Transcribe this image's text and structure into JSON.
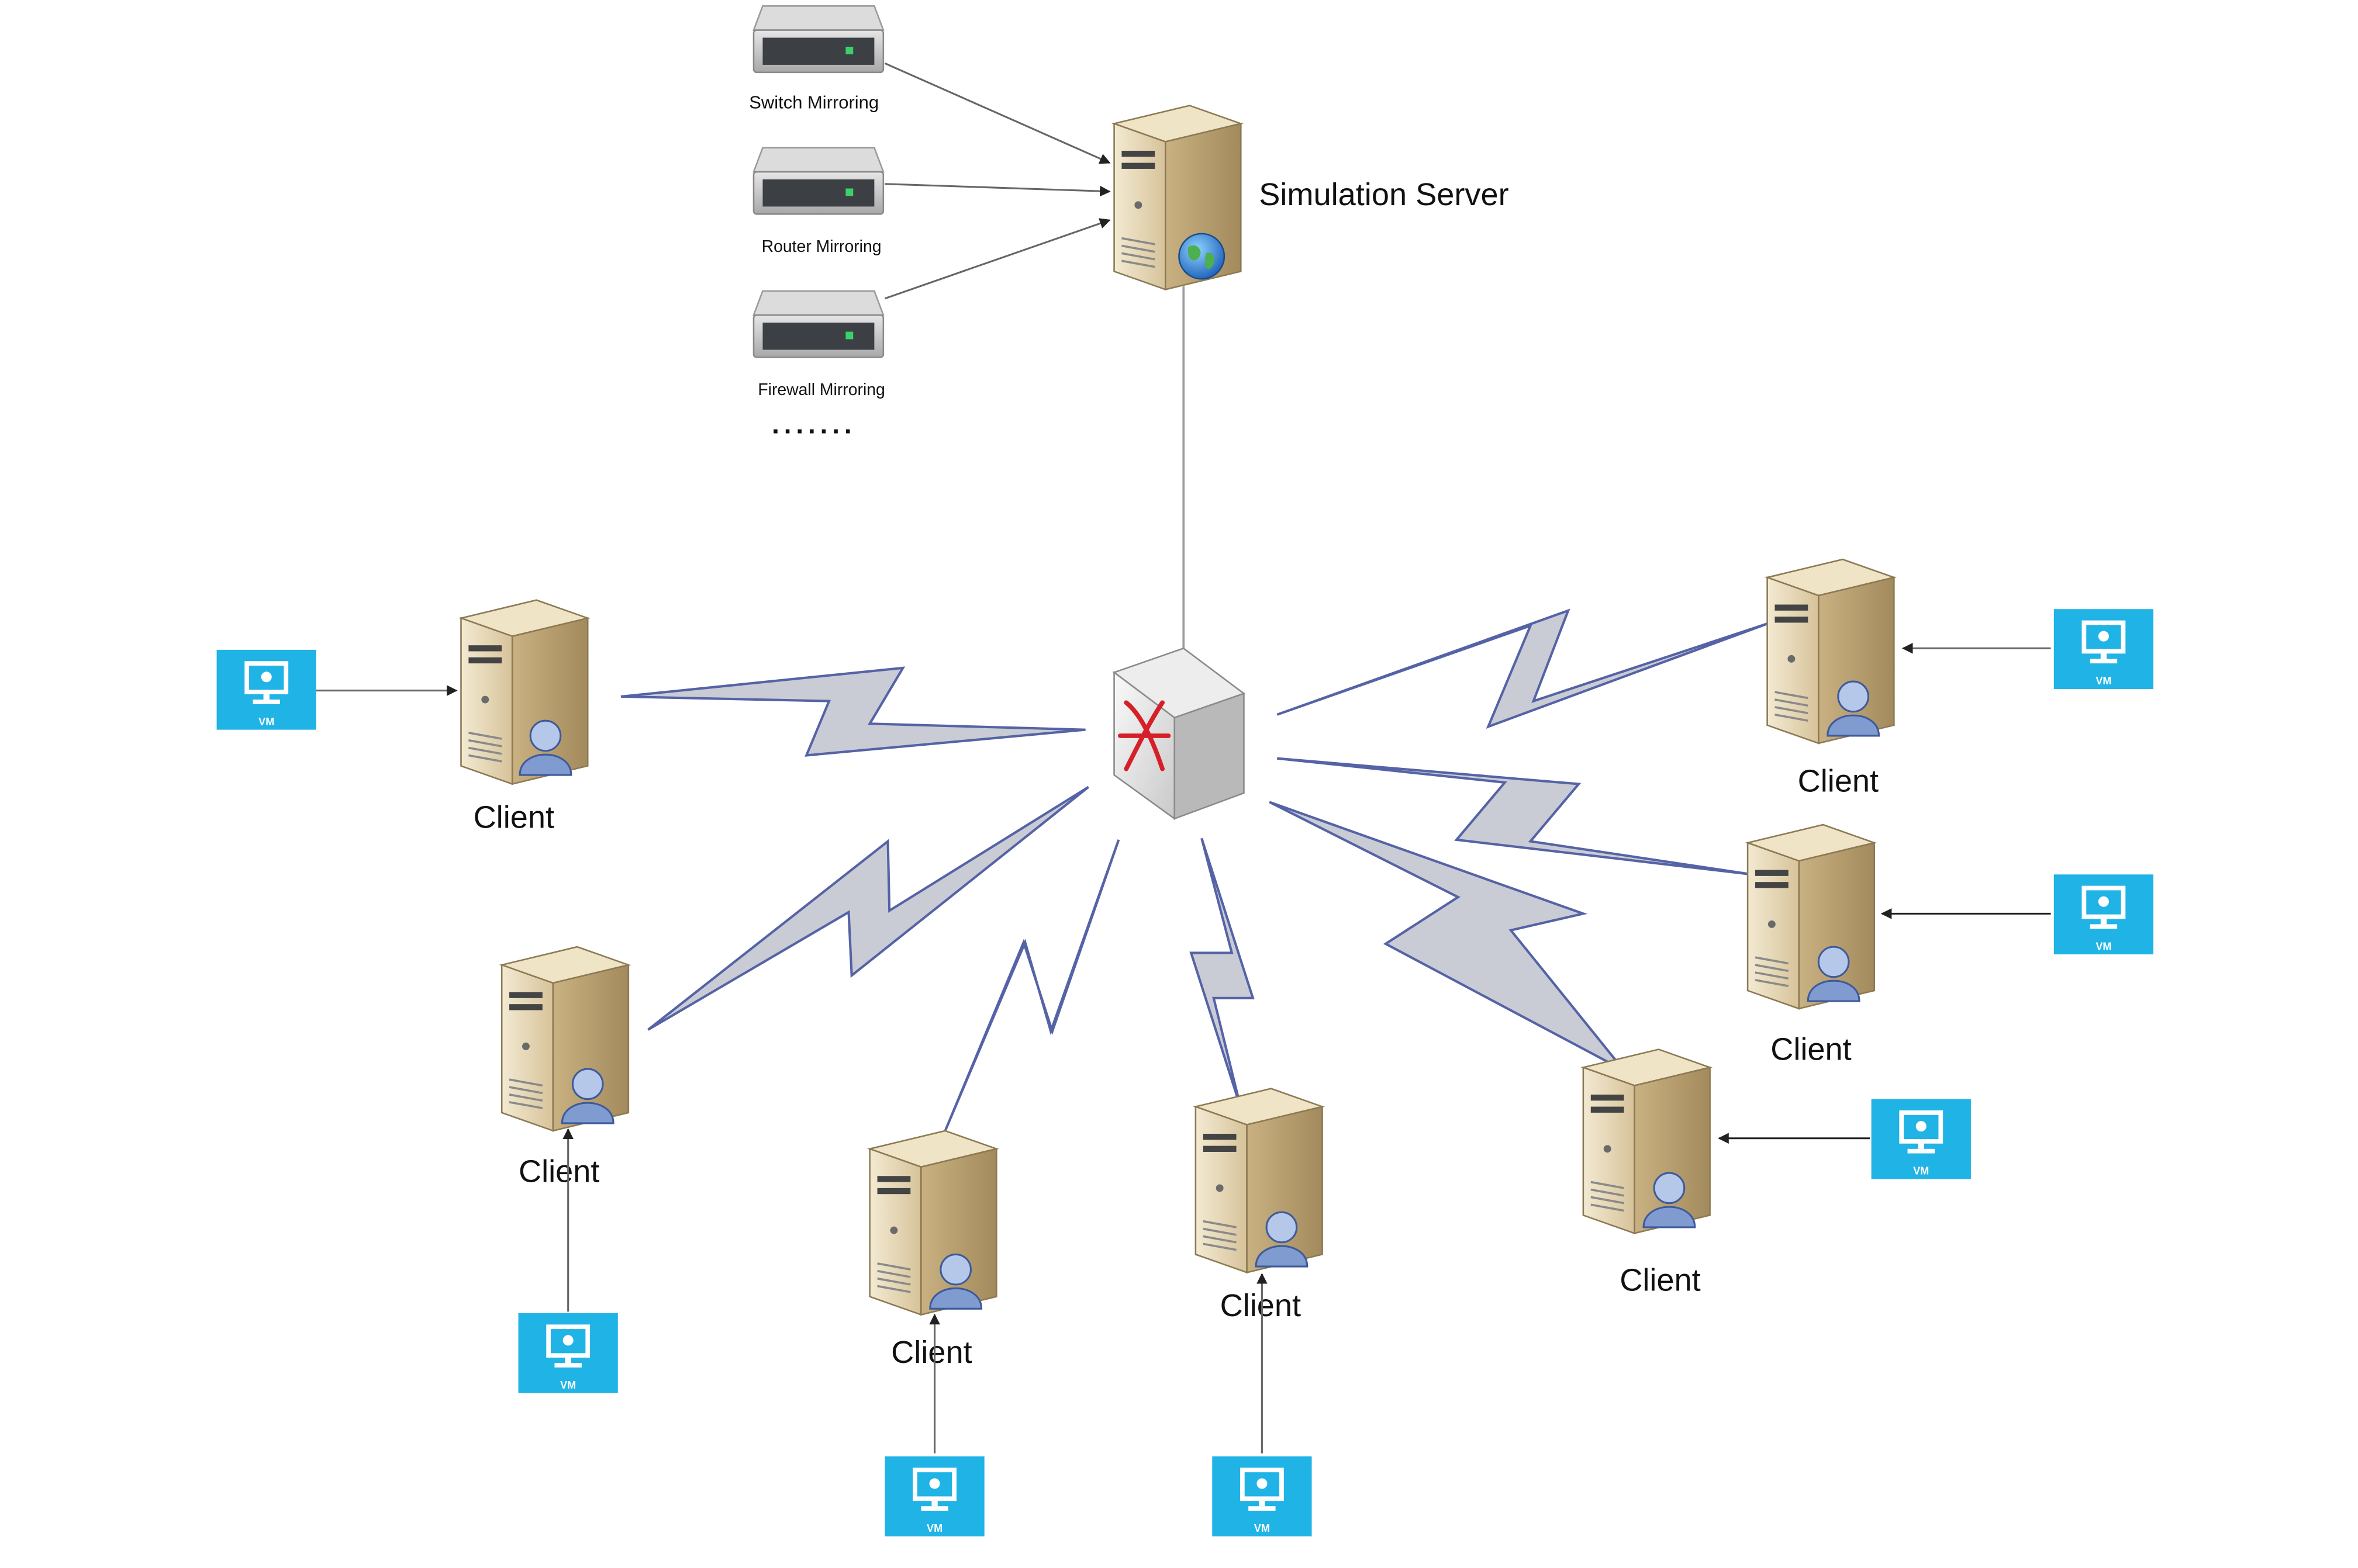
{
  "mirrors": [
    {
      "id": "switch",
      "label": "Switch Mirroring"
    },
    {
      "id": "router",
      "label": "Router Mirroring"
    },
    {
      "id": "firewall",
      "label": "Firewall Mirroring"
    }
  ],
  "ellipsis": "·······",
  "server": {
    "label": "Simulation Server"
  },
  "clients": [
    {
      "id": "left",
      "label": "Client"
    },
    {
      "id": "lower-left",
      "label": "Client"
    },
    {
      "id": "bottom-1",
      "label": "Client"
    },
    {
      "id": "bottom-2",
      "label": "Client"
    },
    {
      "id": "lower-right",
      "label": "Client"
    },
    {
      "id": "right-1",
      "label": "Client"
    },
    {
      "id": "right-2",
      "label": "Client"
    }
  ],
  "vm_badge": "VM",
  "colors": {
    "vm_tile": "#1fb3e6",
    "bolt_fill": "#c9ccd4",
    "bolt_stroke": "#5563a6",
    "server_body": "#e6d8b6",
    "mirror_device": "#3c3f44",
    "status_led": "#3ad06a",
    "router_arrows": "#d5202a"
  }
}
